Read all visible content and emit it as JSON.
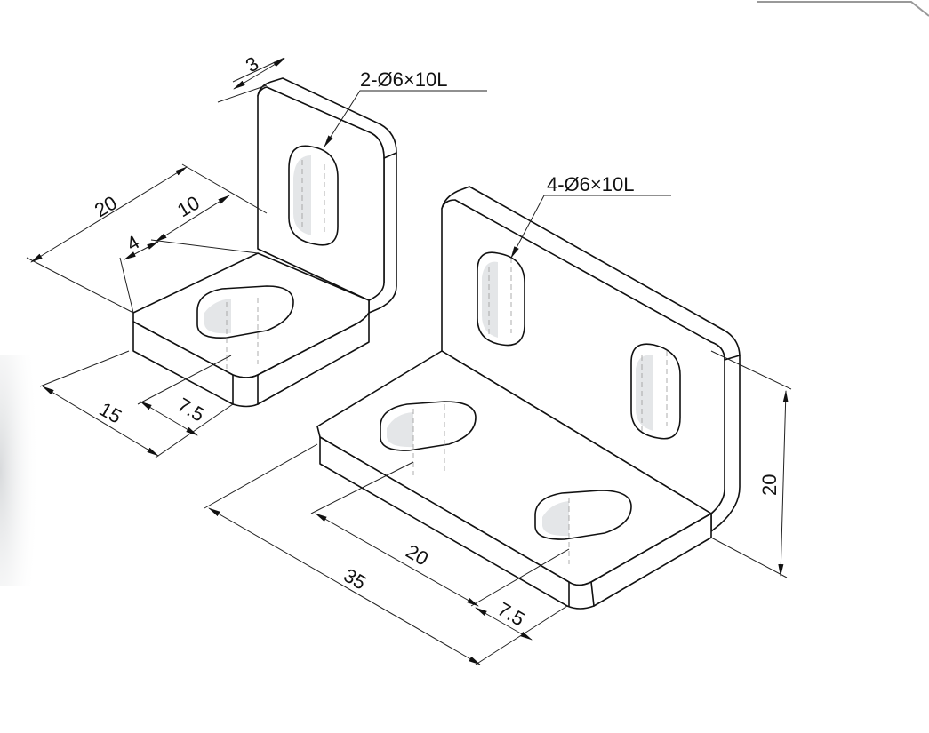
{
  "small_bracket": {
    "callout": "2-Ø6×10L",
    "dims": {
      "thickness": "3",
      "width": "20",
      "slot_offset": "10",
      "slot_width": "4",
      "length": "15",
      "slot_pos": "7.5"
    }
  },
  "large_bracket": {
    "callout": "4-Ø6×10L",
    "dims": {
      "length": "35",
      "slot_spacing": "20",
      "slot_pos": "7.5",
      "height": "20"
    }
  },
  "colors": {
    "line": "#111111",
    "background": "#ffffff"
  }
}
